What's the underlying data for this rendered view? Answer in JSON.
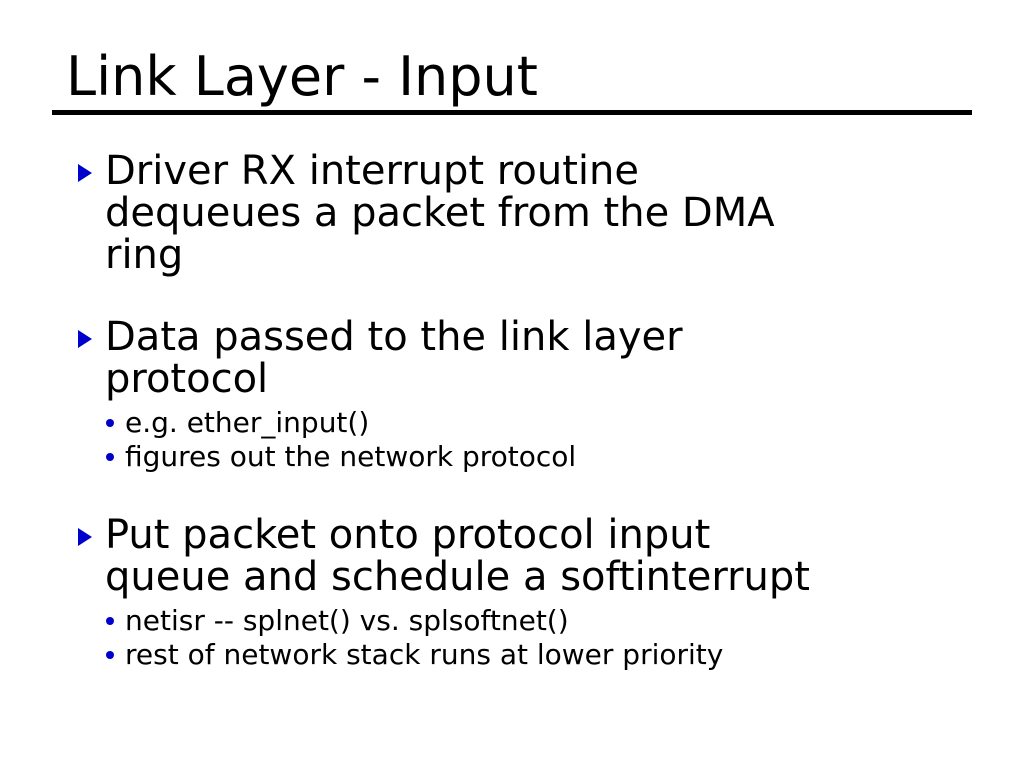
{
  "slide": {
    "title": "Link Layer - Input",
    "accent_color": "#0000cc",
    "text_color": "#000000",
    "background_color": "#ffffff",
    "bullet_icons": {
      "level1": "triangle-right-icon",
      "level2": "dot-icon"
    },
    "groups": [
      {
        "bullet": "Driver RX interrupt routine dequeues a packet from the DMA ring",
        "subbullets": []
      },
      {
        "bullet": "Data passed to the link layer protocol",
        "subbullets": [
          "e.g. ether_input()",
          "figures out the network protocol"
        ]
      },
      {
        "bullet": "Put packet onto protocol input queue and schedule a softinterrupt",
        "subbullets": [
          "netisr -- splnet() vs. splsoftnet()",
          "rest of network stack runs at lower priority"
        ]
      }
    ]
  }
}
